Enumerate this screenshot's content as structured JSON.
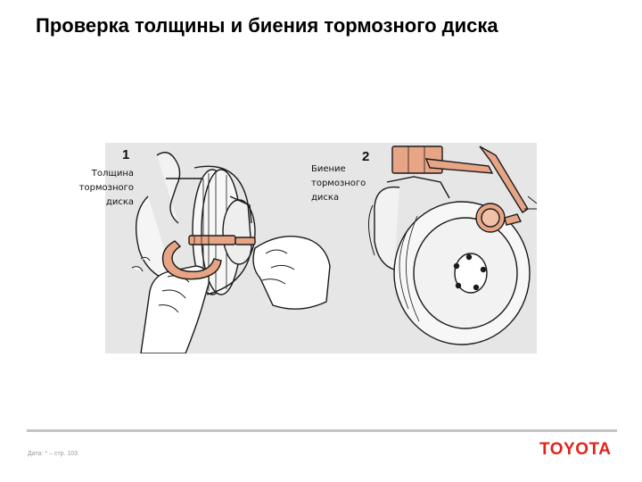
{
  "title": "Проверка толщины и биения тормозного диска",
  "figure": {
    "panels": [
      {
        "number": "1",
        "caption_lines": [
          "Толщина",
          "тормозного",
          "диска"
        ]
      },
      {
        "number": "2",
        "caption_lines": [
          "Биение",
          "тормозного",
          "диска"
        ]
      }
    ]
  },
  "footer": {
    "text": "Дата: * – стр. 103",
    "logo_text": "TOYOTA"
  },
  "colors": {
    "brand": "#e2231a",
    "highlight": "#e7a585",
    "panel_background": "#e6e6e6",
    "rule": "#c4c4c4"
  },
  "icons": [
    "micrometer-icon",
    "dial-indicator-icon",
    "brake-disc-icon",
    "hand-icon"
  ]
}
